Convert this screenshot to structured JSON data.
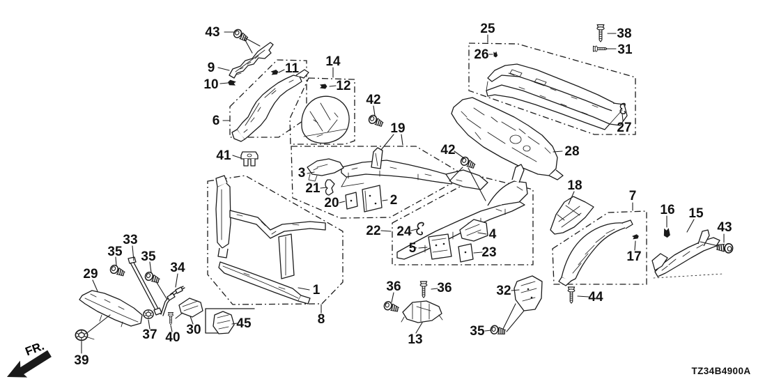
{
  "diagram": {
    "code": "TZ34B4900A",
    "direction_label": "FR.",
    "callouts": {
      "c1": "1",
      "c2": "2",
      "c3": "3",
      "c4": "4",
      "c5": "5",
      "c6": "6",
      "c7": "7",
      "c8": "8",
      "c9": "9",
      "c10": "10",
      "c11": "11",
      "c12": "12",
      "c13": "13",
      "c14": "14",
      "c15": "15",
      "c16": "16",
      "c17": "17",
      "c18": "18",
      "c19": "19",
      "c20": "20",
      "c21": "21",
      "c22": "22",
      "c23": "23",
      "c24": "24",
      "c25": "25",
      "c26": "26",
      "c27": "27",
      "c28": "28",
      "c29": "29",
      "c30": "30",
      "c31": "31",
      "c32": "32",
      "c33": "33",
      "c34": "34",
      "c35a": "35",
      "c35b": "35",
      "c35c": "35",
      "c36a": "36",
      "c36b": "36",
      "c37": "37",
      "c38": "38",
      "c39": "39",
      "c40": "40",
      "c41": "41",
      "c42a": "42",
      "c42b": "42",
      "c43a": "43",
      "c43b": "43",
      "c44": "44",
      "c45": "45"
    },
    "colors": {
      "line": "#1a1a1a",
      "background": "#ffffff"
    },
    "icons": {
      "flange_bolt": "hex-flange-bolt-icon",
      "stud_bolt": "threaded-stud-bolt-icon",
      "screw": "tapping-screw-icon",
      "clip": "retainer-clip-icon",
      "hook": "hook-clamp-icon",
      "grommet": "grommet-nut-icon",
      "bracket_clip": "bracket-clip-icon",
      "direction_arrow": "fr-direction-arrow-icon"
    }
  }
}
